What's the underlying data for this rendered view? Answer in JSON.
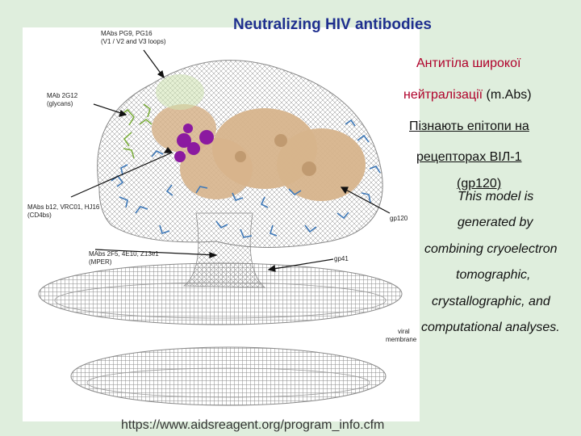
{
  "slide": {
    "title": "Neutralizing HIV antibodies",
    "ukrainian": {
      "line1": "Антитіла широкої",
      "line2_red": "нейтралізації",
      "line2_black": "(m.Abs)",
      "line3": "Пізнають епітопи на",
      "line4": "рецепторах ВІЛ-1",
      "line5": "(gp120)"
    },
    "caption_lines": [
      "This model is",
      "generated by",
      "combining cryoelectron",
      "tomographic,",
      "crystallographic, and",
      "computational analyses."
    ],
    "source_url": "https://www.aidsreagent.org/program_info.cfm"
  },
  "figure": {
    "labels": {
      "top_l1": "MAbs PG9, PG16",
      "top_l2": "(V1 / V2 and V3 loops)",
      "mab2g12_l1": "MAb 2G12",
      "mab2g12_l2": "(glycans)",
      "b12_l1": "MAbs b12, VRC01, HJ16",
      "b12_l2": "(CD4bs)",
      "mper_l1": "MAbs 2F5, 4E10, Z13e1",
      "mper_l2": "(MPER)",
      "gp120": "gp120",
      "gp41": "gp41",
      "membrane_l1": "viral",
      "membrane_l2": "membrane"
    },
    "colors": {
      "mesh": "#8a8a8a",
      "gp120_surface": "#d7b48c",
      "glycan": "#3d78b8",
      "mab_2g12": "#7cae3e",
      "epitope": "#8b1aa0"
    }
  }
}
